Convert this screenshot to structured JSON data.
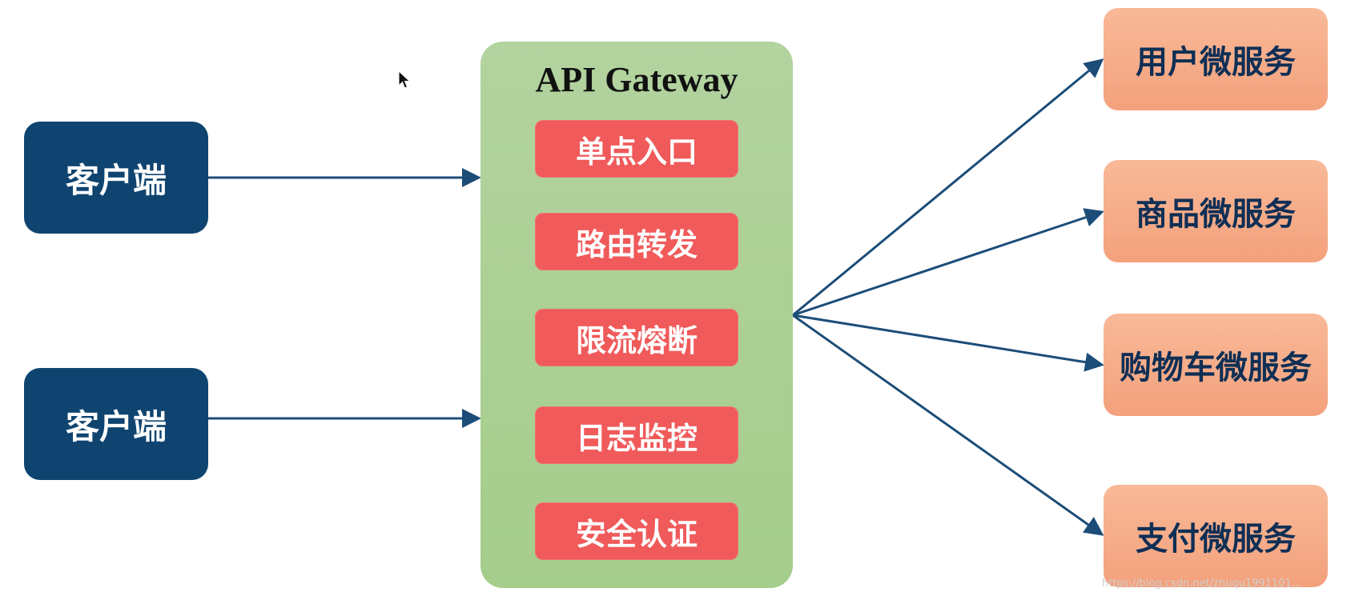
{
  "gateway": {
    "title": "API Gateway",
    "features": [
      "单点入口",
      "路由转发",
      "限流熔断",
      "日志监控",
      "安全认证"
    ]
  },
  "clients": [
    {
      "label": "客户端"
    },
    {
      "label": "客户端"
    }
  ],
  "services": [
    {
      "label": "用户微服务"
    },
    {
      "label": "商品微服务"
    },
    {
      "label": "购物车微服务"
    },
    {
      "label": "支付微服务"
    }
  ],
  "watermark": "https://blog.csdn.net/zhuqu1991101..."
}
